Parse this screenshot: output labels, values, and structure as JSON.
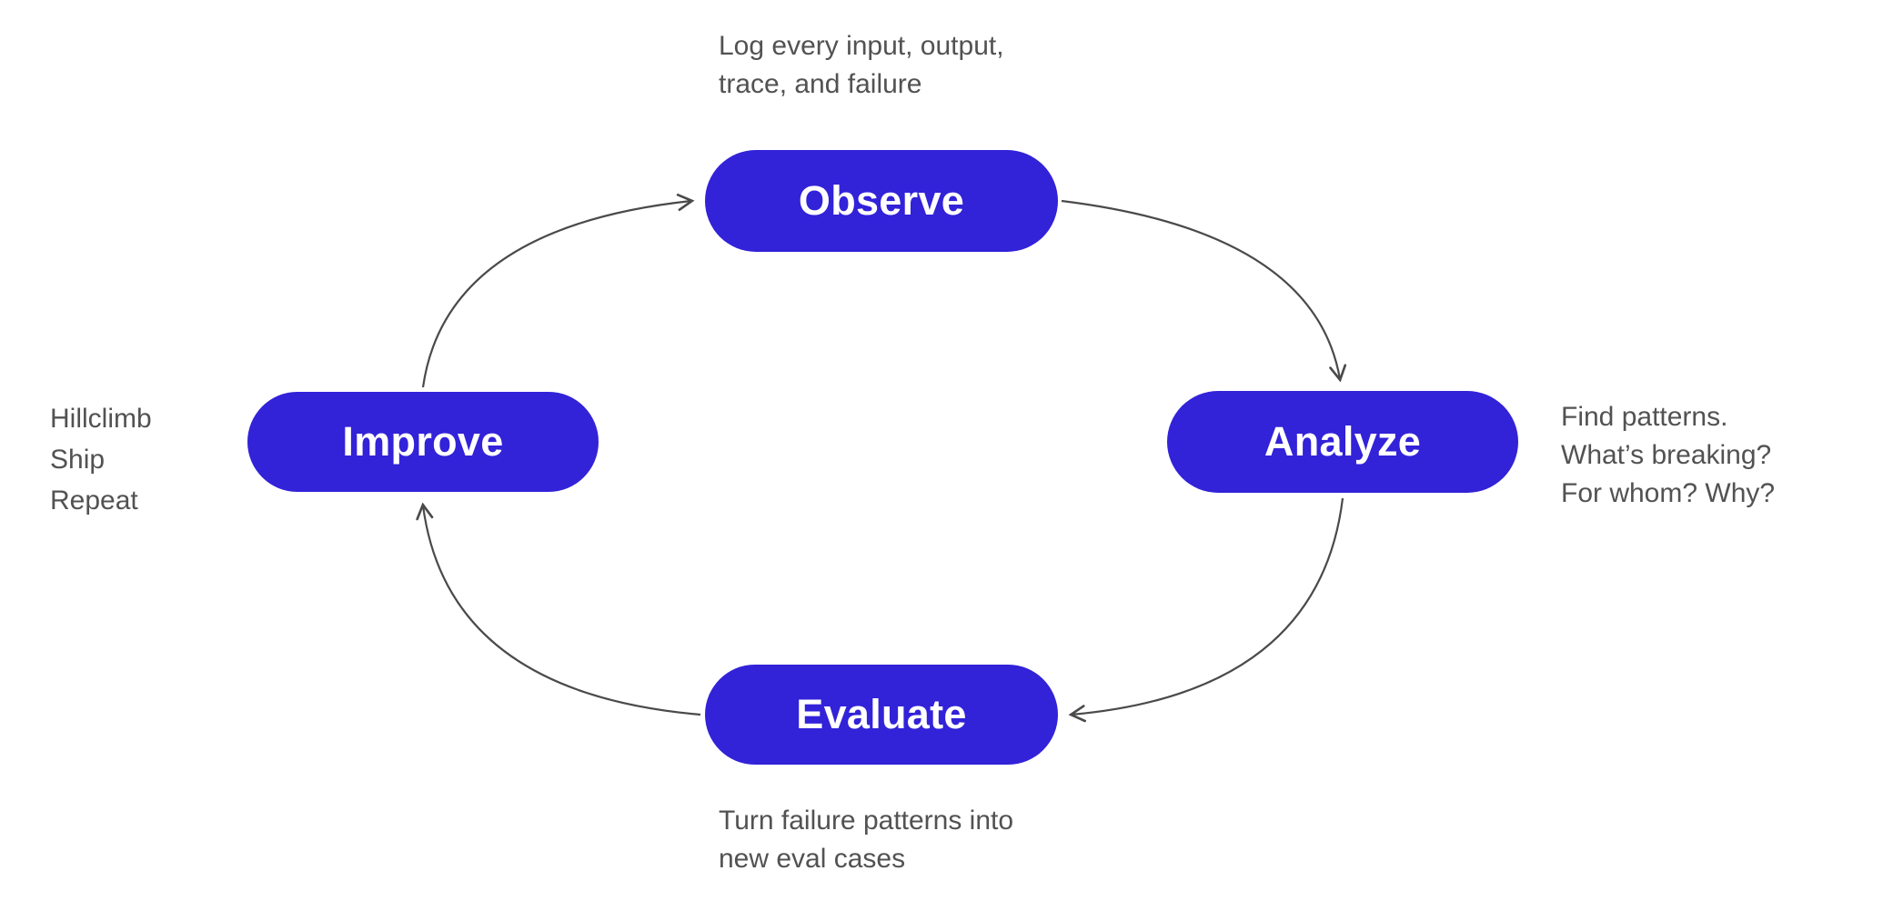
{
  "diagram": {
    "type": "cycle",
    "nodes": [
      {
        "id": "observe",
        "label": "Observe"
      },
      {
        "id": "analyze",
        "label": "Analyze"
      },
      {
        "id": "evaluate",
        "label": "Evaluate"
      },
      {
        "id": "improve",
        "label": "Improve"
      }
    ],
    "edges": [
      {
        "from": "Improve",
        "to": "Observe"
      },
      {
        "from": "Observe",
        "to": "Analyze"
      },
      {
        "from": "Analyze",
        "to": "Evaluate"
      },
      {
        "from": "Evaluate",
        "to": "Improve"
      }
    ],
    "annotations": {
      "observe": {
        "lines": [
          "Log every input, output,",
          "trace, and failure"
        ]
      },
      "analyze": {
        "lines": [
          "Find patterns.",
          "What’s breaking?",
          "For whom? Why?"
        ]
      },
      "evaluate": {
        "lines": [
          "Turn failure patterns into",
          "new eval cases"
        ]
      },
      "improve": {
        "lines": [
          "Hillclimb",
          "Ship",
          "Repeat"
        ]
      }
    },
    "colors": {
      "node_fill": "#3222d8",
      "node_text": "#ffffff",
      "annotation_text": "#525252",
      "arrow": "#4a4a4a",
      "background": "#ffffff"
    }
  }
}
